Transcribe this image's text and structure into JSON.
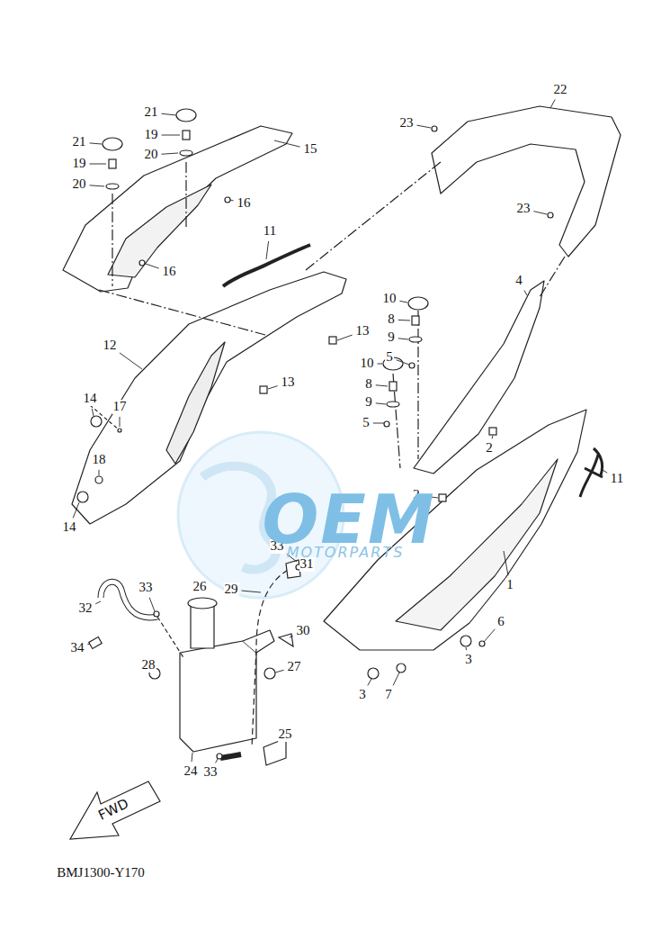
{
  "diagram": {
    "labels": [
      "21",
      "21",
      "19",
      "19",
      "20",
      "20",
      "15",
      "16",
      "16",
      "11",
      "13",
      "13",
      "12",
      "14",
      "17",
      "18",
      "14",
      "22",
      "23",
      "23",
      "4",
      "10",
      "8",
      "9",
      "5",
      "10",
      "8",
      "9",
      "5",
      "2",
      "2",
      "11",
      "1",
      "6",
      "3",
      "3",
      "7",
      "33",
      "33",
      "32",
      "26",
      "29",
      "31",
      "30",
      "34",
      "28",
      "27",
      "25",
      "24",
      "33",
      "FWD",
      "BMJ1300-Y170",
      "OEM",
      "MOTORPARTS"
    ]
  }
}
